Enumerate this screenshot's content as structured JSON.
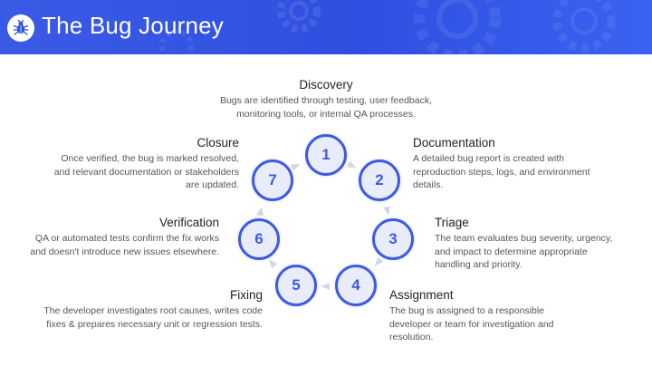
{
  "header": {
    "title": "The Bug Journey",
    "icon": "bug-icon"
  },
  "colors": {
    "header_bg": "#2f4fe0",
    "node_border": "#3d5ae3",
    "node_fill": "#e9edfb",
    "arrow": "#d4d8e2"
  },
  "steps": [
    {
      "num": "1",
      "title": "Discovery",
      "desc": "Bugs are identified through testing, user feedback, monitoring tools, or internal QA processes."
    },
    {
      "num": "2",
      "title": "Documentation",
      "desc": "A detailed bug report is created with reproduction steps, logs, and environment details."
    },
    {
      "num": "3",
      "title": "Triage",
      "desc": "The team evaluates bug severity, urgency, and impact to determine appropriate handling and priority."
    },
    {
      "num": "4",
      "title": "Assignment",
      "desc": "The bug is assigned to a responsible developer or team for investigation and resolution."
    },
    {
      "num": "5",
      "title": "Fixing",
      "desc": "The developer investigates root causes, writes code fixes & prepares necessary unit or regression tests."
    },
    {
      "num": "6",
      "title": "Verification",
      "desc": "QA or automated tests confirm the fix works and doesn't introduce new issues elsewhere."
    },
    {
      "num": "7",
      "title": "Closure",
      "desc": "Once verified, the bug is marked resolved, and relevant documentation or stakeholders are updated."
    }
  ]
}
